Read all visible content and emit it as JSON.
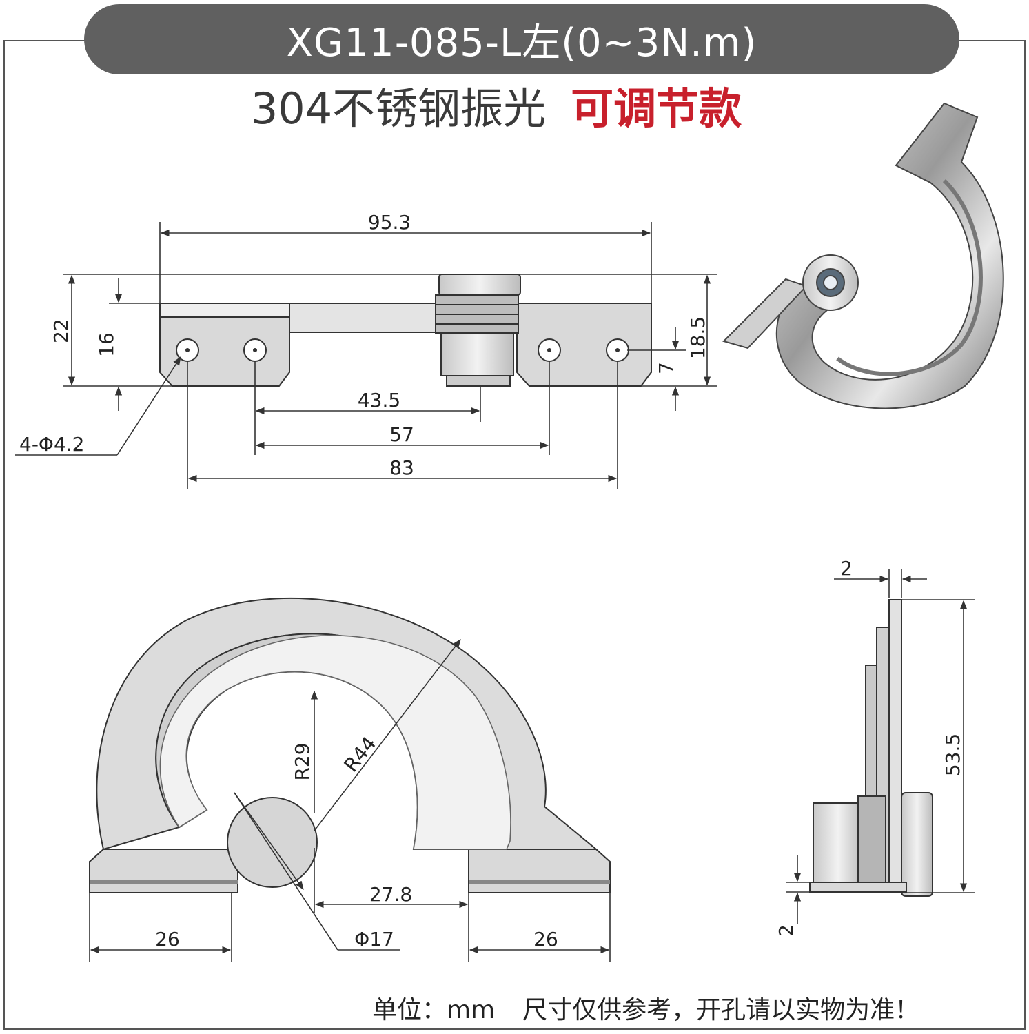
{
  "header": {
    "model": "XG11-085-L左(0~3N.m)",
    "material": "304不锈钢振光",
    "adjustable": "可调节款"
  },
  "colors": {
    "pill": "#606060",
    "accent": "#c8202c",
    "metal": "#d9d9d9",
    "line": "#333333"
  },
  "top_view": {
    "overall_length": "95.3",
    "height_outer": "22",
    "height_inner": "16",
    "height_right": "18.5",
    "hole_offset": "7",
    "dim_43_5": "43.5",
    "dim_57": "57",
    "dim_83": "83",
    "holes": "4-Φ4.2"
  },
  "front_view": {
    "inner_radius": "R29",
    "outer_radius": "R44",
    "offset": "27.8",
    "diameter": "Φ17",
    "left_foot": "26",
    "right_foot": "26"
  },
  "side_view": {
    "thickness_top": "2",
    "height": "53.5",
    "thickness_bottom": "2"
  },
  "footer": {
    "unit": "单位：mm",
    "note": "尺寸仅供参考，开孔请以实物为准！"
  }
}
